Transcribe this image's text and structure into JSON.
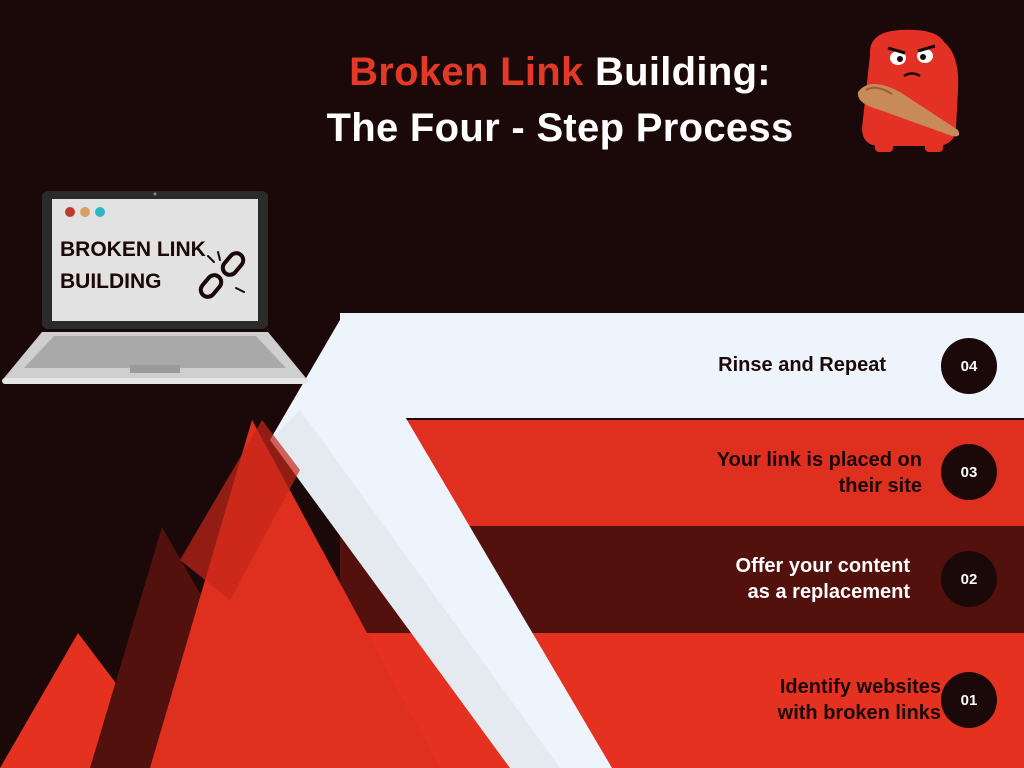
{
  "title": {
    "accent": "Broken Link",
    "line1_rest": "Building:",
    "line2": "The Four - Step Process"
  },
  "laptop": {
    "line1": "BROKEN LINK",
    "line2": "BUILDING",
    "dot_colors": [
      "#c0392b",
      "#d9a066",
      "#2fb5c4"
    ]
  },
  "steps": [
    {
      "number": "04",
      "text_lines": [
        "Rinse and Repeat"
      ],
      "band_color": "#eef4fb"
    },
    {
      "number": "03",
      "text_lines": [
        "Your link is placed on",
        "their site"
      ],
      "band_color": "#df2f1f"
    },
    {
      "number": "02",
      "text_lines": [
        "Offer your content",
        "as a replacement"
      ],
      "band_color": "#53110d"
    },
    {
      "number": "01",
      "text_lines": [
        "Identify websites",
        "with broken links"
      ],
      "band_color": "#e5311f"
    }
  ],
  "colors": {
    "background": "#1b0809",
    "accent_red": "#e23a27",
    "dark_maroon": "#53110d",
    "white_band": "#eef4fb"
  },
  "icons": {
    "mascot": "angry-red-monster-with-club",
    "chain": "broken-chain-link-icon"
  }
}
